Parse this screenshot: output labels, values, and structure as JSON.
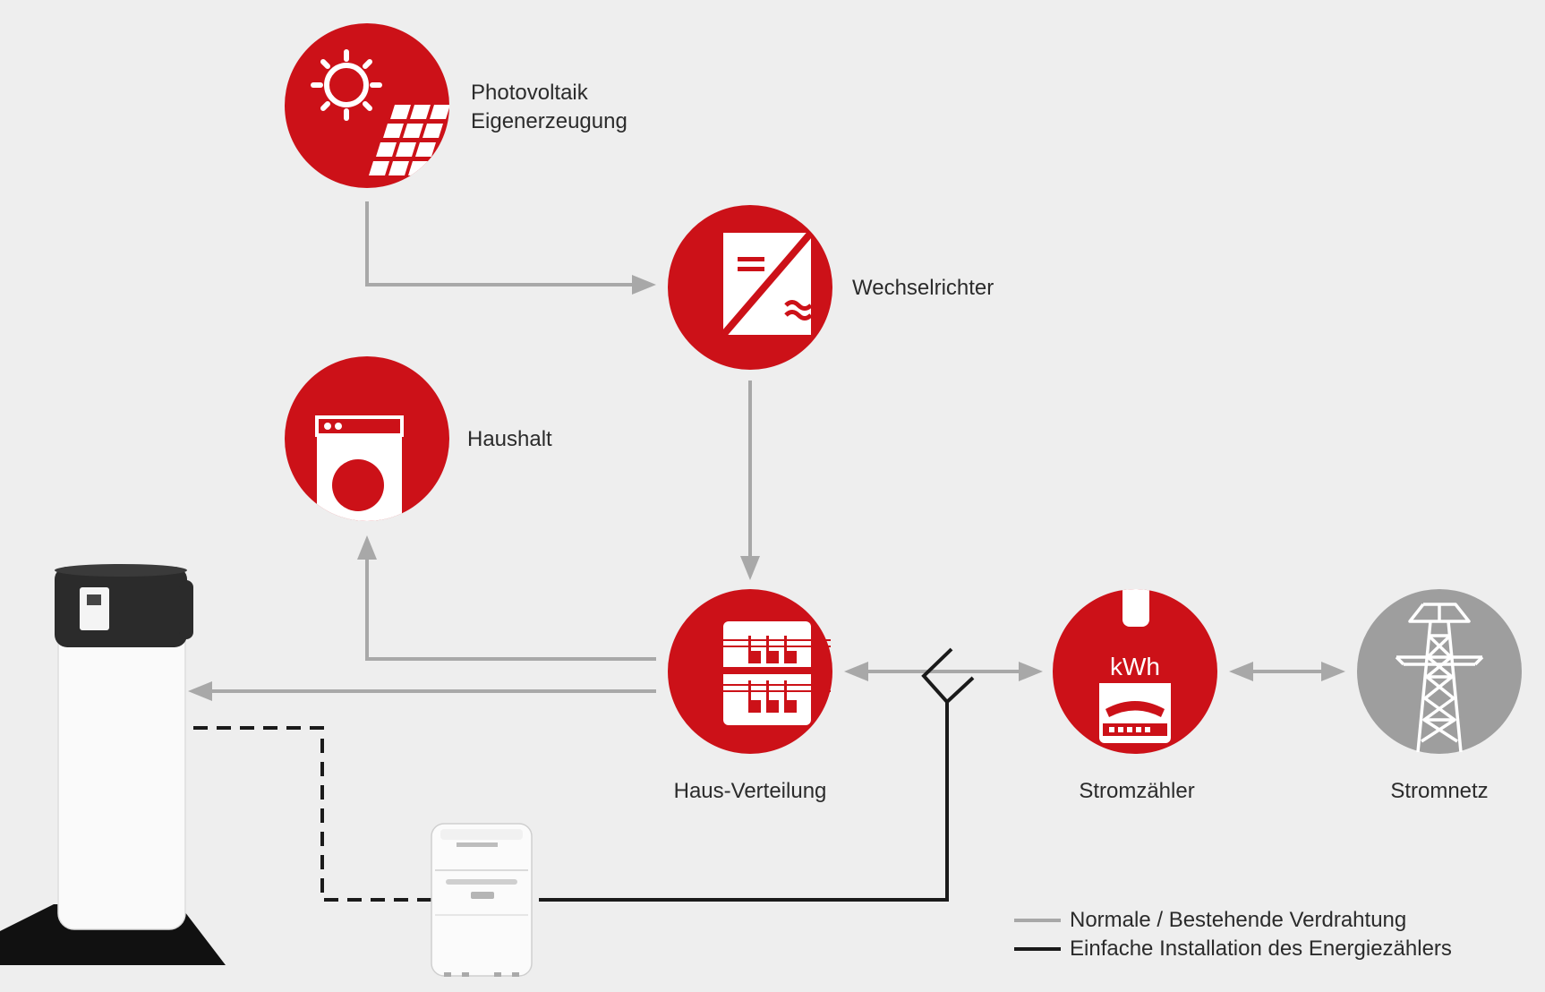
{
  "nodes": {
    "pv": {
      "label_line1": "Photovoltaik",
      "label_line2": "Eigenerzeugung",
      "icon": "sun-solar-panel-icon"
    },
    "inverter": {
      "label": "Wechselrichter",
      "icon": "inverter-icon"
    },
    "household": {
      "label": "Haushalt",
      "icon": "washing-machine-icon"
    },
    "distribution": {
      "label": "Haus-Verteilung",
      "icon": "distribution-board-icon"
    },
    "meter": {
      "label": "Stromzähler",
      "icon": "electricity-meter-icon",
      "unit_text": "kWh"
    },
    "grid": {
      "label": "Stromnetz",
      "icon": "power-pylon-icon"
    }
  },
  "devices": {
    "heat_pump": {
      "icon": "heat-pump-water-heater-icon"
    },
    "energy_meter": {
      "icon": "energy-meter-device-icon"
    }
  },
  "legend": [
    {
      "label": "Normale / Bestehende Verdrahtung",
      "color": "#a8a8a8"
    },
    {
      "label": "Einfache Installation des Energiezählers",
      "color": "#1a1a1a"
    }
  ],
  "colors": {
    "accent": "#cc1118",
    "grid_node": "#9e9e9e",
    "existing_wire": "#a8a8a8",
    "new_wire": "#1a1a1a",
    "background": "#eeeeee"
  }
}
